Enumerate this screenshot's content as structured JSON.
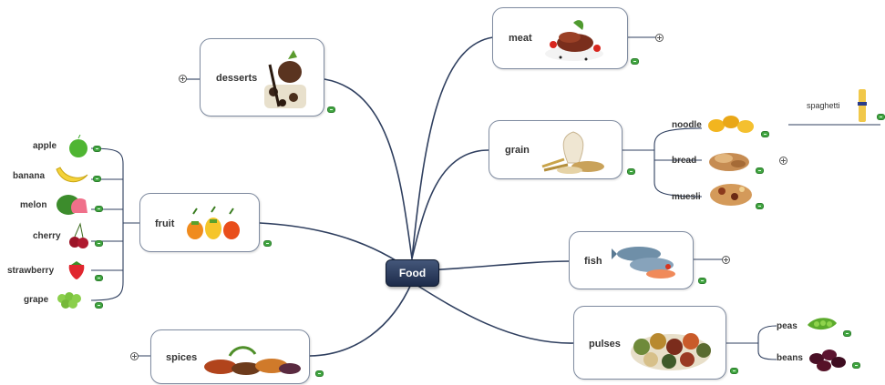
{
  "root": {
    "label": "Food"
  },
  "topics": {
    "desserts": {
      "label": "desserts"
    },
    "fruit": {
      "label": "fruit"
    },
    "spices": {
      "label": "spices"
    },
    "meat": {
      "label": "meat"
    },
    "grain": {
      "label": "grain"
    },
    "fish": {
      "label": "fish"
    },
    "pulses": {
      "label": "pulses"
    }
  },
  "fruit_items": [
    "apple",
    "banana",
    "melon",
    "cherry",
    "strawberry",
    "grape"
  ],
  "grain_items": [
    "noodle",
    "bread",
    "muesli"
  ],
  "noodle_items": [
    "spaghetti"
  ],
  "pulses_items": [
    "peas",
    "beans"
  ],
  "colors": {
    "root_fill": "#2c3b5c",
    "line": "#2f3f5f",
    "node_border": "#7f8ba0",
    "note_icon": "#41a541"
  }
}
